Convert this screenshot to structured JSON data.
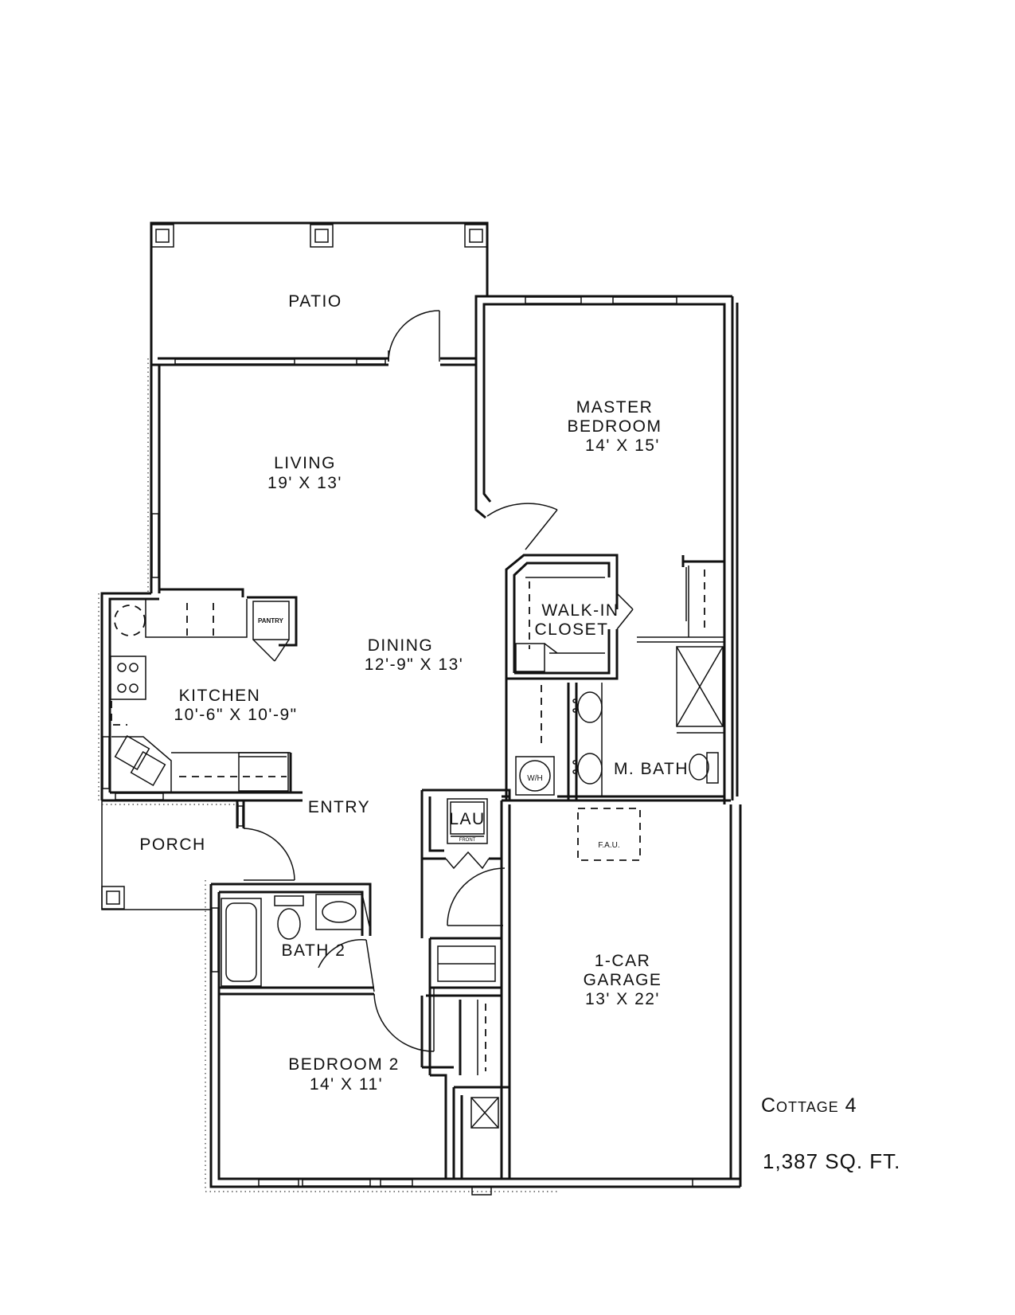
{
  "plan": {
    "title": "Cottage 4",
    "area": "1,387 SQ. FT.",
    "rooms": {
      "patio": "PATIO",
      "living": {
        "name": "LIVING",
        "size": "19' X 13'"
      },
      "master_bedroom": {
        "name_line1": "MASTER",
        "name_line2": "BEDROOM",
        "size": "14' X 15'"
      },
      "walk_in_closet": {
        "line1": "WALK-IN",
        "line2": "CLOSET"
      },
      "pantry": "PANTRY",
      "dining": {
        "name": "DINING",
        "size": "12'-9\" X 13'"
      },
      "kitchen": {
        "name": "KITCHEN",
        "size": "10'-6\" X 10'-9\""
      },
      "master_bath": "M. BATH",
      "entry": "ENTRY",
      "porch": "PORCH",
      "laundry": "LAU",
      "laundry_front": "FRONT",
      "water_heater": "W/H",
      "fau": "F.A.U.",
      "bath_2": "BATH 2",
      "garage": {
        "line1": "1-CAR",
        "line2": "GARAGE",
        "size": "13' X 22'"
      },
      "bedroom_2": {
        "name": "BEDROOM 2",
        "size": "14' X 11'"
      }
    }
  }
}
